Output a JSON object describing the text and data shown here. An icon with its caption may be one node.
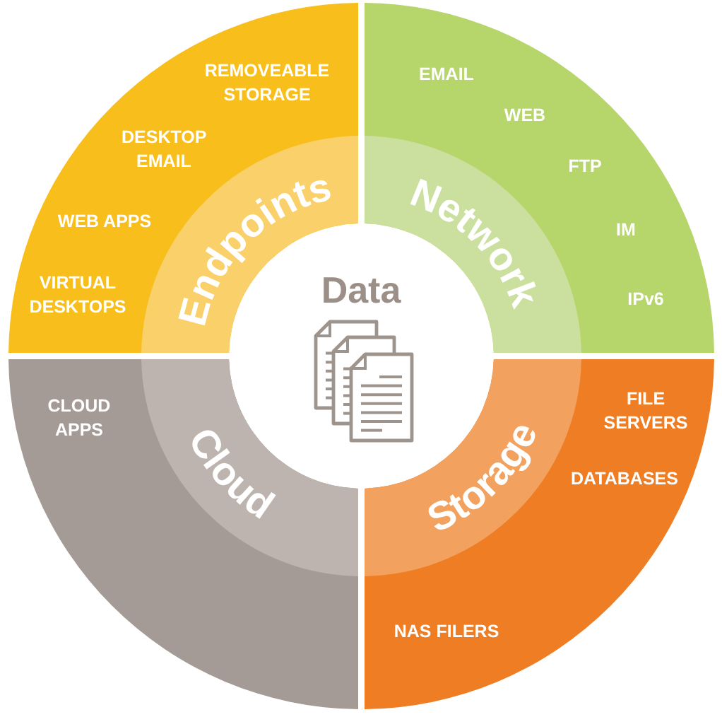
{
  "diagram": {
    "nodes": [
      {
        "text": [
          "REMOVEABLE STORAGE",
          "DESKTOP EMAIL",
          "WEB APPS",
          "VIRTUAL DESKTOPS"
        ]
      },
      {
        "text": [
          "Endpoints"
        ],
        "in": 0
      },
      {
        "text": [
          "EMAIL",
          "WEB",
          "FTP",
          "IM",
          "IPv6"
        ]
      },
      {
        "text": [
          "Network"
        ],
        "in": 2
      },
      {
        "text": [
          "Data"
        ]
      },
      {
        "text": [
          "CLOUD APPS"
        ]
      },
      {
        "text": [
          "Cloud"
        ],
        "in": 5
      },
      {
        "text": [
          "FILE SERVERS",
          "DATABASES",
          "NAS FILERS"
        ]
      },
      {
        "text": [
          "Storage"
        ],
        "in": 7
      }
    ]
  }
}
